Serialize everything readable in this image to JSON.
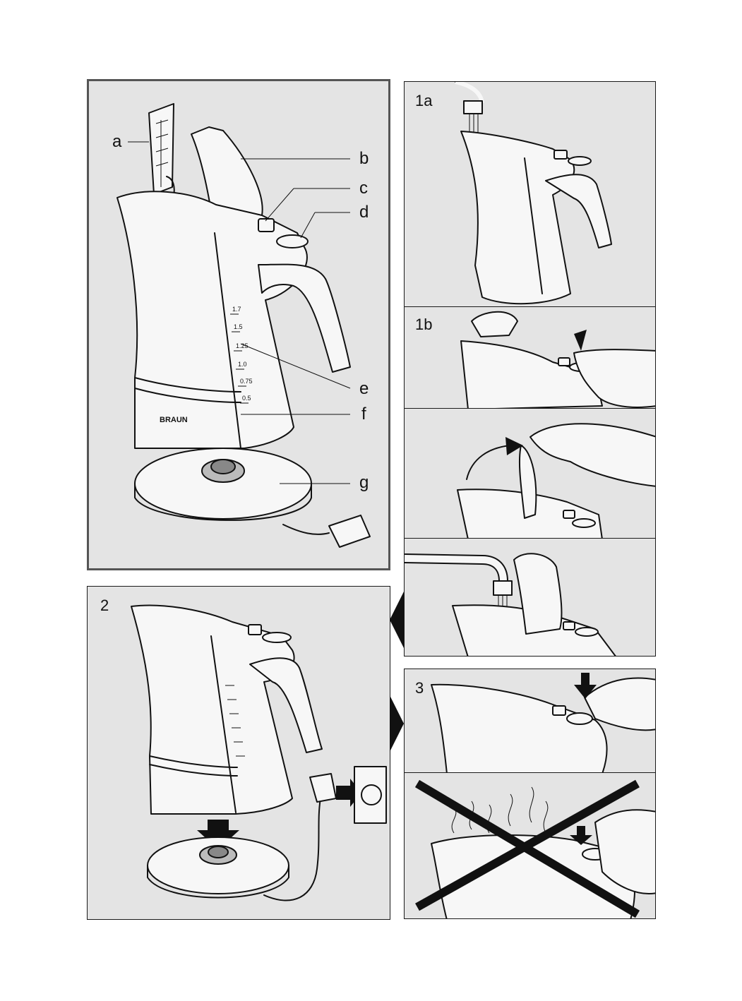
{
  "overview": {
    "callouts": [
      "a",
      "b",
      "c",
      "d",
      "e",
      "f",
      "g"
    ],
    "brand": "BRAUN",
    "scale_marks": [
      "1.7",
      "1.5",
      "1.25",
      "1.0",
      "0.75",
      "0.5"
    ]
  },
  "steps": {
    "step_1a": "1a",
    "step_1b": "1b",
    "step_2": "2",
    "step_3": "3"
  },
  "colors": {
    "panel_bg": "#e4e4e4",
    "outline": "#111111",
    "kettle_fill": "#f7f7f7"
  }
}
